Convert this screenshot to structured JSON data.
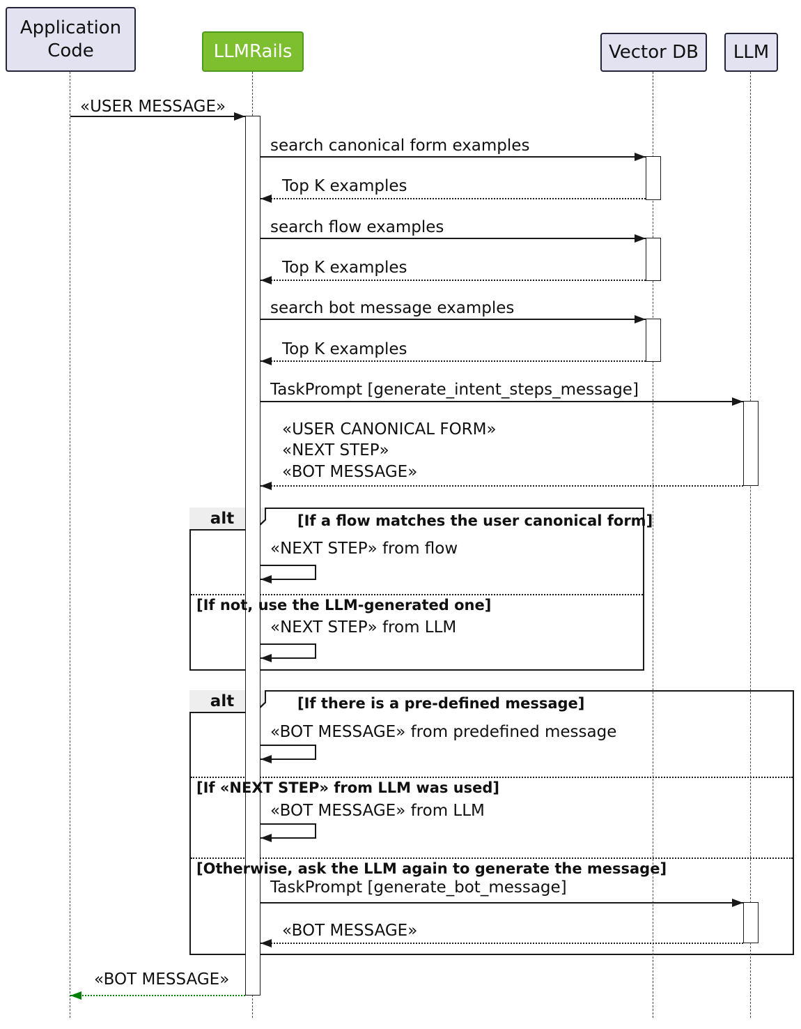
{
  "colors": {
    "participant_bg": "#E2E2F0",
    "participant_border": "#23233a",
    "llmrails_bg": "#7DBF2E",
    "llmrails_border": "#4E9A1F",
    "llmrails_text": "#FFFFFF",
    "line": "#181818",
    "text": "#101010",
    "frame_tab_bg": "#EEEEEE",
    "final_arrow": "#008000"
  },
  "participants": {
    "app": {
      "label": "Application\nCode"
    },
    "llmrails": {
      "label": "LLMRails"
    },
    "vectordb": {
      "label": "Vector DB"
    },
    "llm": {
      "label": "LLM"
    }
  },
  "messages": {
    "user_message": "«USER MESSAGE»",
    "search_canonical": "search canonical form examples",
    "top_k_1": "Top K examples",
    "search_flow": "search flow examples",
    "top_k_2": "Top K examples",
    "search_bot": "search bot message examples",
    "top_k_3": "Top K examples",
    "task_prompt_intent": "TaskPrompt [generate_intent_steps_message]",
    "intent_return": "«USER CANONICAL FORM»\n«NEXT STEP»\n«BOT MESSAGE»",
    "final_bot_message": "«BOT MESSAGE»"
  },
  "alt1": {
    "keyword": "alt",
    "condition_flow": "[If a flow matches the user canonical form]",
    "next_step_flow": "«NEXT STEP» from flow",
    "condition_llm": "[If not, use the LLM-generated one]",
    "next_step_llm": "«NEXT STEP» from LLM"
  },
  "alt2": {
    "keyword": "alt",
    "condition_predefined": "[If there is a pre-defined message]",
    "bot_predefined": "«BOT MESSAGE» from predefined message",
    "condition_llm_next_step": "[If «NEXT STEP» from LLM was used]",
    "bot_llm": "«BOT MESSAGE» from LLM",
    "condition_otherwise": "[Otherwise, ask the LLM again to generate the message]",
    "task_prompt_bot": "TaskPrompt [generate_bot_message]",
    "bot_return": "«BOT MESSAGE»"
  }
}
